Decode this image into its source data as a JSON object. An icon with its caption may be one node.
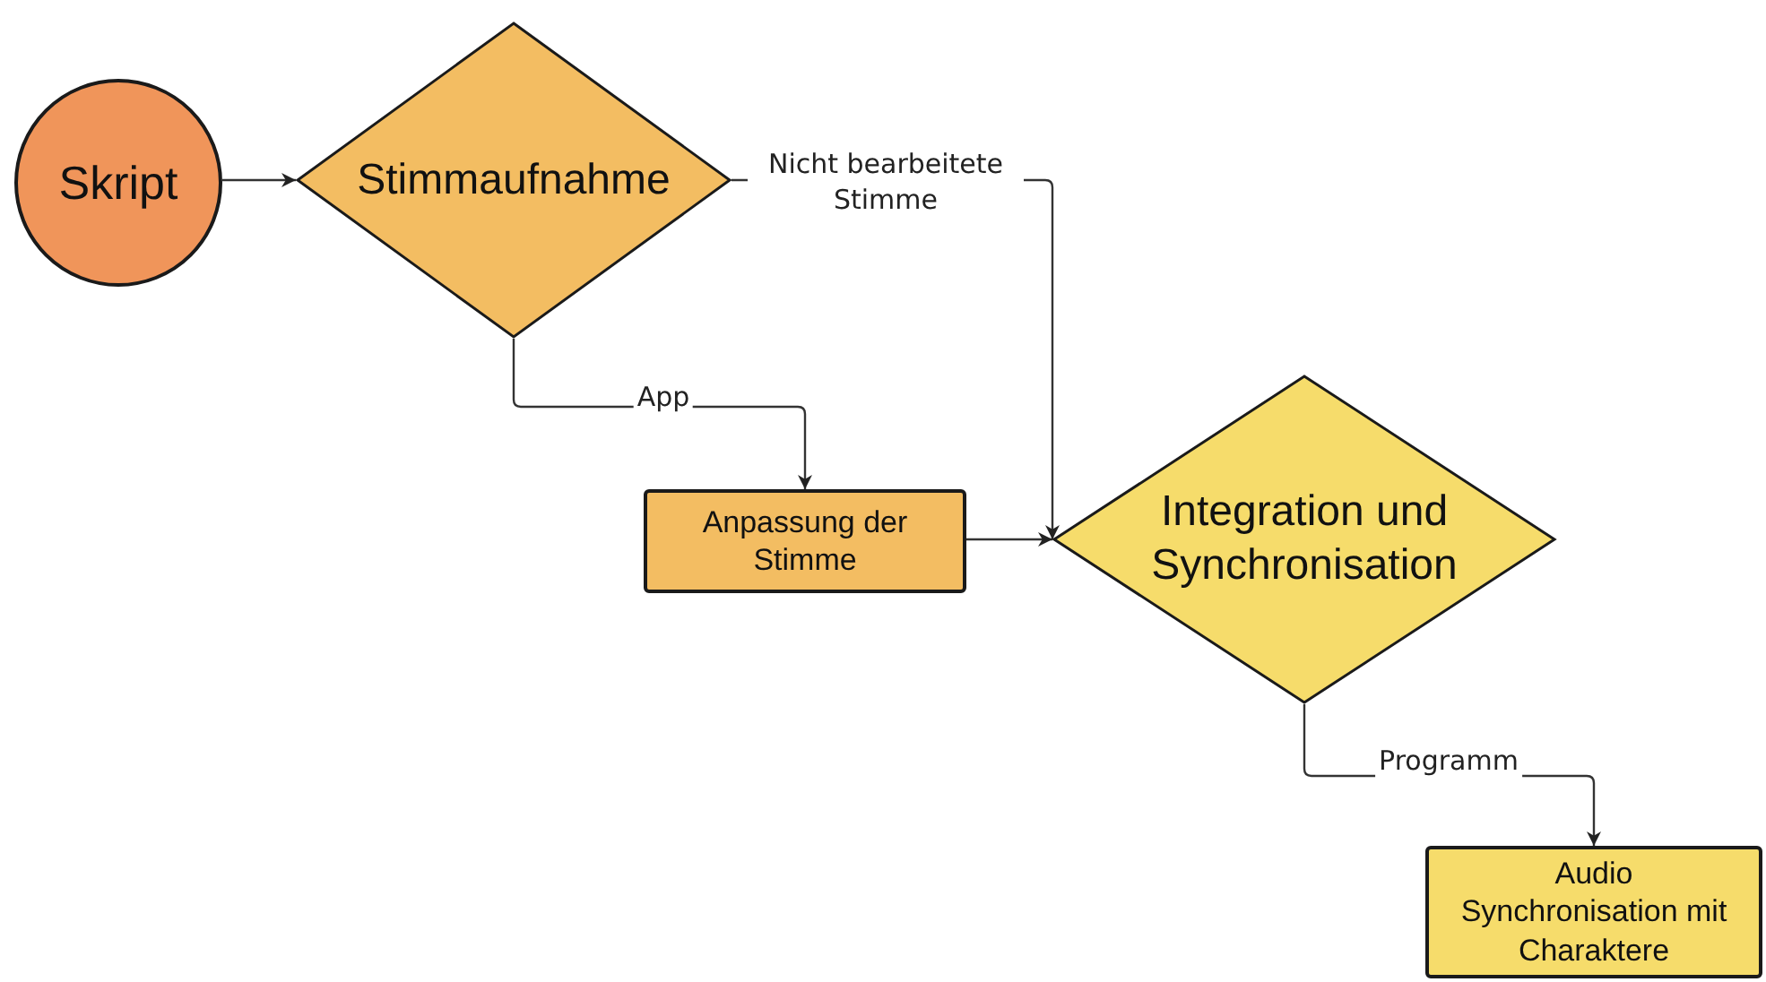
{
  "diagram": {
    "nodes": [
      {
        "text": [
          "Skript"
        ]
      },
      {
        "text": [
          "Stimmaufnahme"
        ]
      },
      {
        "text": [
          "Anpassung der Stimme"
        ]
      },
      {
        "text": [
          "Integration und Synchronisation"
        ]
      },
      {
        "text": [
          "Audio Synchronisation mit Charaktere"
        ]
      }
    ],
    "edges": [
      {
        "from": 0,
        "to": 1,
        "arrow": "to"
      },
      {
        "from": 1,
        "to": 3,
        "arrow": "to",
        "label": "Nicht bearbeitete Stimme"
      },
      {
        "from": 1,
        "to": 2,
        "arrow": "to",
        "label": "App"
      },
      {
        "from": 2,
        "to": 3,
        "arrow": "to"
      },
      {
        "from": 3,
        "to": 4,
        "arrow": "to",
        "label": "Programm"
      }
    ]
  }
}
